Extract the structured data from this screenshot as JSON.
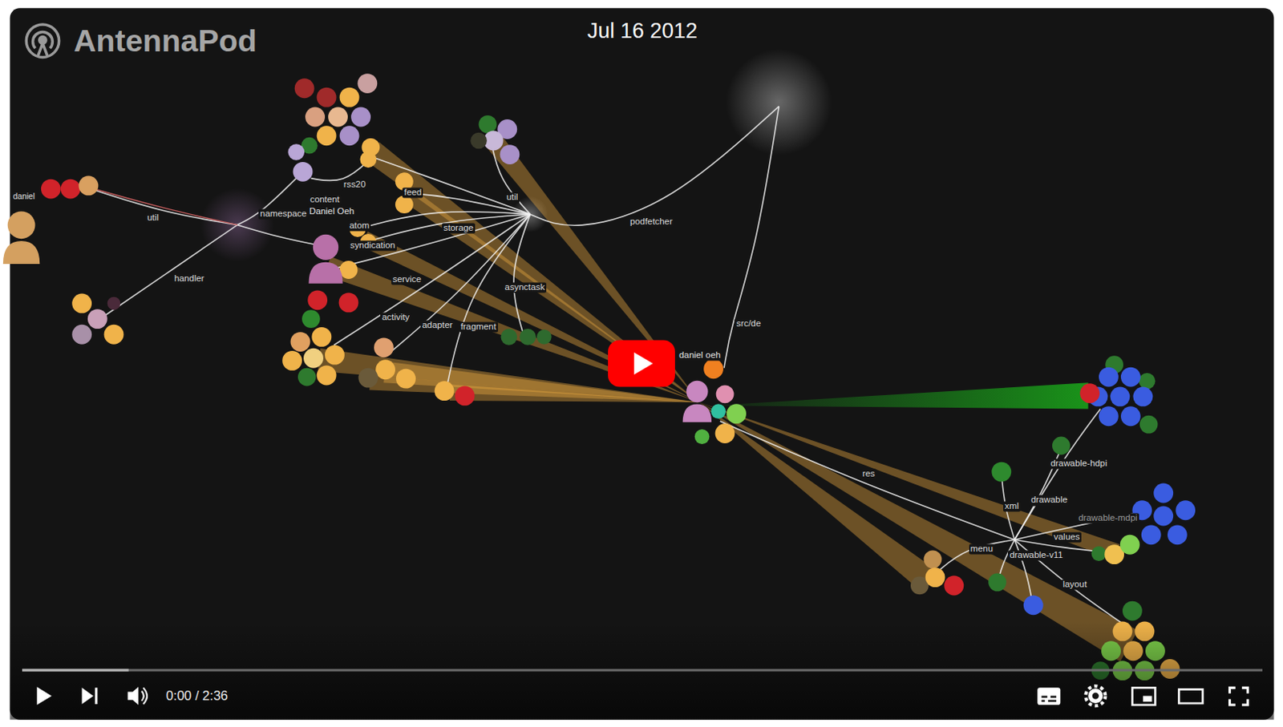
{
  "diagram": {
    "title": "Jul 16 2012",
    "labels": [
      "AntennaPod",
      "daniel",
      "util",
      "handler",
      "namespace",
      "Daniel Oeh",
      "content",
      "rss20",
      "feed",
      "atom",
      "syndication",
      "util",
      "storage",
      "service",
      "activity",
      "adapter",
      "fragment",
      "asynctask",
      "podfetcher",
      "src/de",
      "daniel oeh",
      "res",
      "drawable-hdpi",
      "xml",
      "drawable",
      "drawable-mdpi",
      "values",
      "menu",
      "drawable-v11",
      "layout",
      "0:00 / 2:36"
    ]
  }
}
